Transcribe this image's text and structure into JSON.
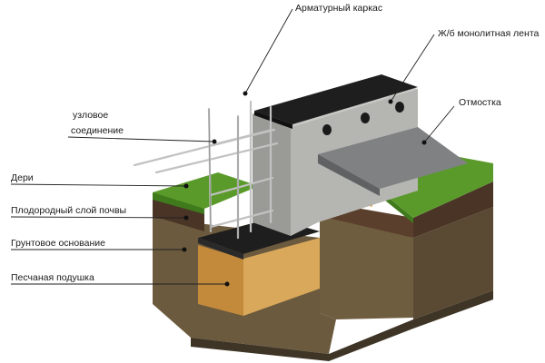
{
  "labels": {
    "rebar_cage": "Арматурный каркас",
    "monolithic_strip": "Ж/б монолитная лента",
    "blind_area": "Отмостка",
    "node_line1": "узловое",
    "node_line2": "соединение",
    "turf": "Дери",
    "topsoil": "Плодородный слой почвы",
    "ground_base": "Грунтовое основание",
    "sand_cushion": "Песчаная подушка"
  },
  "colors": {
    "grass": "#5a9a2a",
    "grass_dark": "#3f7a1c",
    "topsoil": "#4a3426",
    "soil": "#6b5a3e",
    "soil_dark": "#4f4230",
    "sand": "#d9a85a",
    "sand_side": "#c48a3c",
    "concrete": "#a9a9a6",
    "concrete_light": "#c8c8c4",
    "concrete_dark": "#8a8a86",
    "waterproofing": "#1e1e1e",
    "rebar": "#b8b8b8"
  }
}
